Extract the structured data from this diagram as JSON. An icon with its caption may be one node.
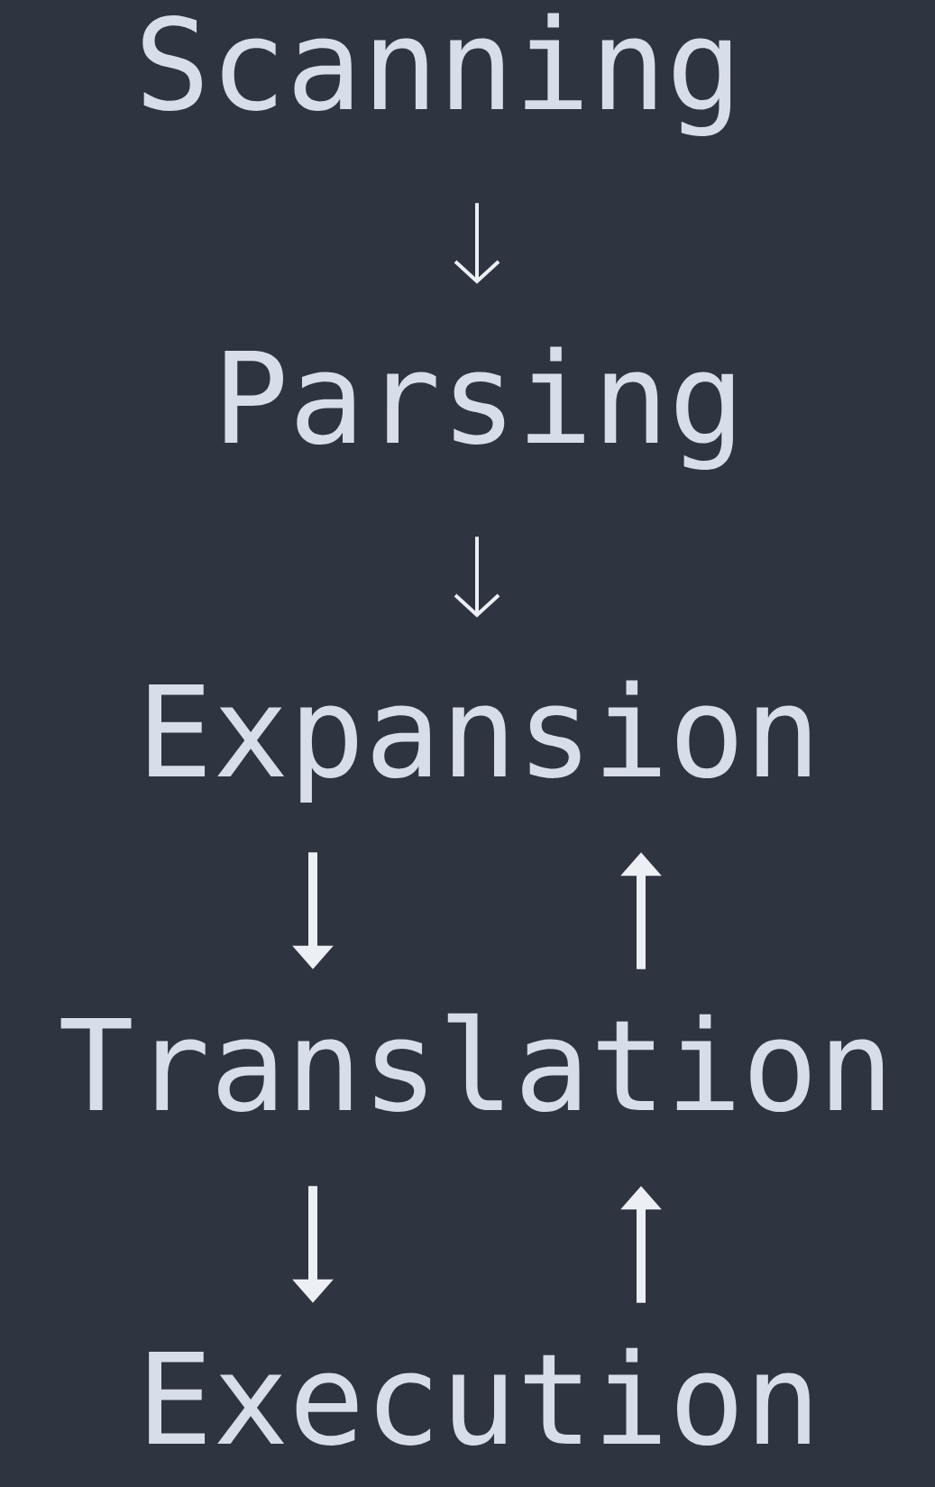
{
  "diagram": {
    "nodes": [
      {
        "text": [
          "Scanning"
        ]
      },
      {
        "text": [
          "Parsing"
        ]
      },
      {
        "text": [
          "Expansion"
        ]
      },
      {
        "text": [
          "Translation"
        ]
      },
      {
        "text": [
          "Execution"
        ]
      }
    ],
    "edges": [
      {
        "from": 0,
        "to": 1,
        "arrow": "to"
      },
      {
        "from": 1,
        "to": 2,
        "arrow": "to"
      },
      {
        "from": 2,
        "to": 3,
        "arrow": "to"
      },
      {
        "from": 3,
        "to": 2,
        "arrow": "to"
      },
      {
        "from": 3,
        "to": 4,
        "arrow": "to"
      },
      {
        "from": 4,
        "to": 3,
        "arrow": "to"
      }
    ]
  }
}
